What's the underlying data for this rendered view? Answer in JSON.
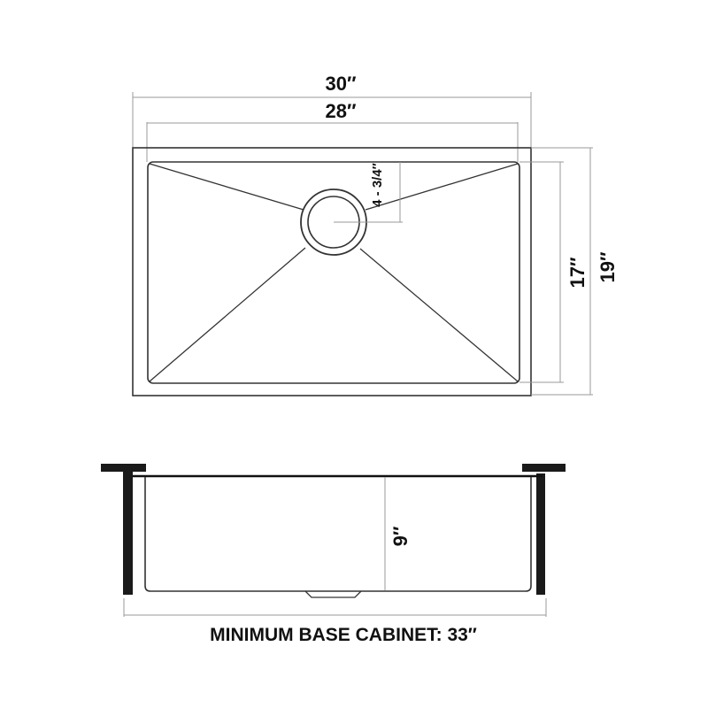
{
  "title": "Undermount kitchen sink dimension drawing",
  "top_view": {
    "overall_width_label": "30″",
    "bowl_width_label": "28″",
    "bowl_depth_label": "17″",
    "overall_depth_label": "19″",
    "drain_offset_label": "4 - 3/4″"
  },
  "side_view": {
    "bowl_height_label": "9″"
  },
  "cabinet_label": "MINIMUM BASE CABINET: 33″",
  "colors": {
    "line": "#333333",
    "dimension_line": "#9a9a9a",
    "countertop": "#1a1a1a",
    "text": "#111111"
  }
}
